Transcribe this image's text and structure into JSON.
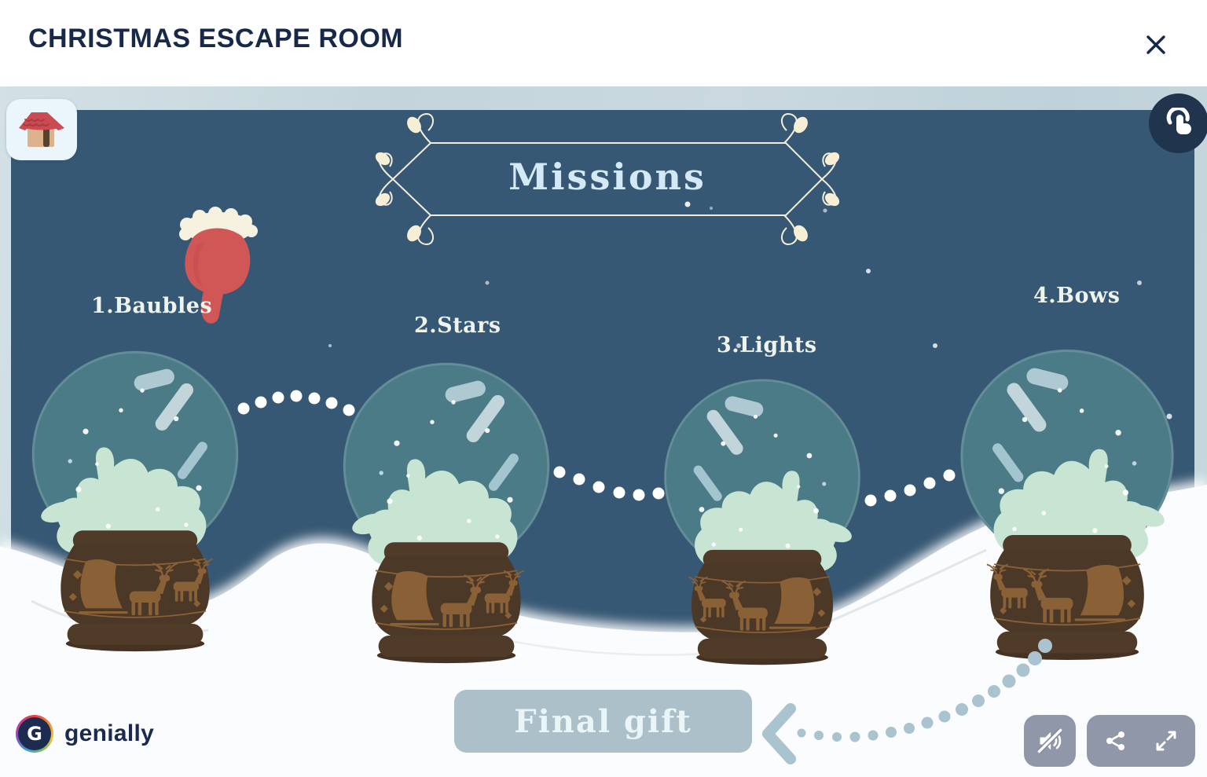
{
  "header": {
    "title": "CHRISTMAS ESCAPE ROOM",
    "close_icon": "close-icon"
  },
  "hud": {
    "home_icon": "house-icon",
    "interactive_hint_icon": "touch-gesture-icon"
  },
  "banner": {
    "title": "Missions"
  },
  "missions": {
    "items": [
      {
        "label": "1.Baubles"
      },
      {
        "label": "2.Stars"
      },
      {
        "label": "3.Lights"
      },
      {
        "label": "4.Bows"
      }
    ]
  },
  "final_gift": {
    "label": "Final gift"
  },
  "brand": {
    "name": "genially",
    "logo_letter": "G"
  },
  "controls": {
    "mute_icon": "muted-speaker-icon",
    "share_icon": "share-icon",
    "fullscreen_icon": "fullscreen-icon"
  },
  "colors": {
    "title_navy": "#18284a",
    "panel_navy": "#375874",
    "ice_background": "#c6d7dd",
    "snow_white": "#fbfcfd",
    "globe_glass_teal": "#4b7b87",
    "globe_snow_mint": "#c8e4d2",
    "base_brown": "#4c3827",
    "carving_brown": "#8a6136",
    "mitten_red": "#d15757",
    "cream_outline": "#f3edda",
    "missions_text": "#d3e9f5",
    "label_text": "#eef3ec",
    "final_gift_bg": "#abc0c8",
    "arrow_blue": "#a9c4ce",
    "control_grey": "#868ea1"
  }
}
